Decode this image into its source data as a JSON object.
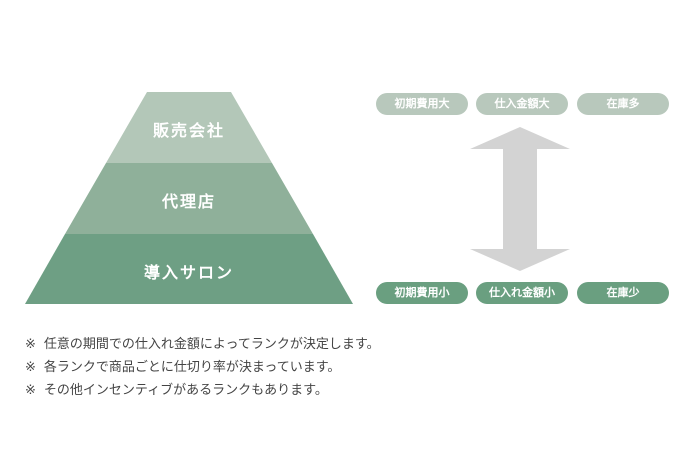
{
  "pyramid": {
    "tiers": [
      {
        "label": "販売会社",
        "color": "#b3c7b8"
      },
      {
        "label": "代理店",
        "color": "#8fb09a"
      },
      {
        "label": "導入サロン",
        "color": "#6e9f84"
      }
    ]
  },
  "scale": {
    "top": [
      "初期費用大",
      "仕入金額大",
      "在庫多"
    ],
    "bottom": [
      "初期費用小",
      "仕入れ金額小",
      "在庫少"
    ],
    "arrow_color": "#d3d3d3"
  },
  "notes": {
    "mark": "※",
    "items": [
      "任意の期間での仕入れ金額によってランクが決定します。",
      "各ランクで商品ごとに仕切り率が決まっています。",
      "その他インセンティブがあるランクもあります。"
    ]
  }
}
